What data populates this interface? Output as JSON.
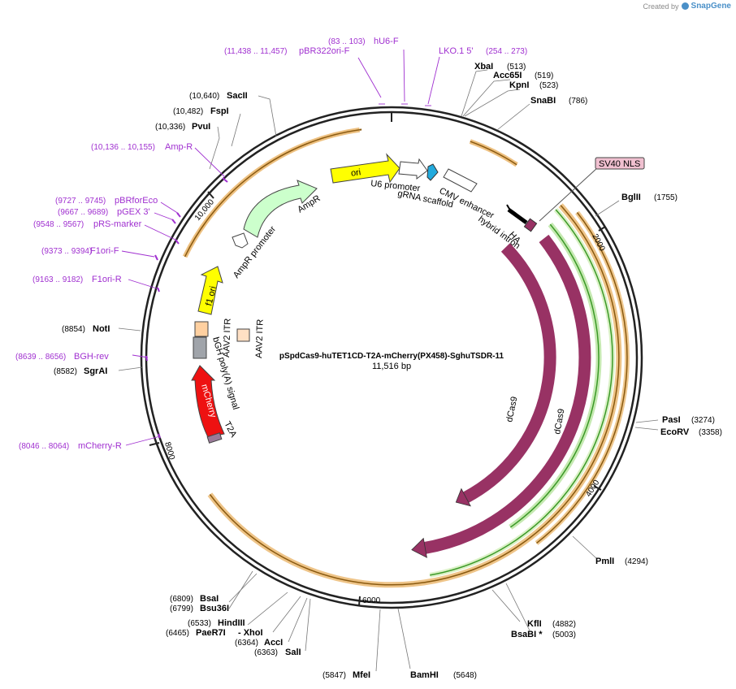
{
  "brand": {
    "prefix": "Created by",
    "name": "SnapGene"
  },
  "plasmid": {
    "name": "pSpdCas9-huTET1CD-T2A-mCherry(PX458)-SghuTSDR-11",
    "size_label": "11,516 bp"
  },
  "ticks": [
    "2000",
    "4000",
    "6000",
    "8000",
    "10,000"
  ],
  "sites": [
    {
      "name": "XbaI",
      "pos": "(513)"
    },
    {
      "name": "Acc65I",
      "pos": "(519)"
    },
    {
      "name": "KpnI",
      "pos": "(523)"
    },
    {
      "name": "SnaBI",
      "pos": "(786)"
    },
    {
      "name": "BglII",
      "pos": "(1755)"
    },
    {
      "name": "PasI",
      "pos": "(3274)"
    },
    {
      "name": "EcoRV",
      "pos": "(3358)"
    },
    {
      "name": "PmlI",
      "pos": "(4294)"
    },
    {
      "name": "KflI",
      "pos": "(4882)"
    },
    {
      "name": "BsaBI *",
      "pos": "(5003)"
    },
    {
      "name": "BamHI",
      "pos": "(5648)"
    },
    {
      "name": "MfeI",
      "pos": "(5847)"
    },
    {
      "name": "SalI",
      "pos": "(6363)"
    },
    {
      "name": "AccI",
      "pos": "(6364)"
    },
    {
      "name": "- XhoI",
      "pos": ""
    },
    {
      "name": "PaeR7I",
      "pos": "(6465)"
    },
    {
      "name": "HindIII",
      "pos": "(6533)"
    },
    {
      "name": "Bsu36I",
      "pos": "(6799)"
    },
    {
      "name": "BsaI",
      "pos": "(6809)"
    },
    {
      "name": "SgrAI",
      "pos": "(8582)"
    },
    {
      "name": "NotI",
      "pos": "(8854)"
    },
    {
      "name": "PvuI",
      "pos": "(10,336)"
    },
    {
      "name": "FspI",
      "pos": "(10,482)"
    },
    {
      "name": "SacII",
      "pos": "(10,640)"
    }
  ],
  "primers": [
    {
      "name": "hU6-F",
      "pos": "(83 .. 103)"
    },
    {
      "name": "LKO.1 5'",
      "pos": "(254 .. 273)"
    },
    {
      "name": "pBR322ori-F",
      "pos": "(11,438 .. 11,457)"
    },
    {
      "name": "Amp-R",
      "pos": "(10,136 .. 10,155)"
    },
    {
      "name": "pBRforEco",
      "pos": "(9727 .. 9745)"
    },
    {
      "name": "pGEX 3'",
      "pos": "(9667 .. 9689)"
    },
    {
      "name": "pRS-marker",
      "pos": "(9548 .. 9567)"
    },
    {
      "name": "F1ori-F",
      "pos": "(9373 .. 9394)"
    },
    {
      "name": "F1ori-R",
      "pos": "(9163 .. 9182)"
    },
    {
      "name": "BGH-rev",
      "pos": "(8639 .. 8656)"
    },
    {
      "name": "mCherry-R",
      "pos": "(8046 .. 8064)"
    }
  ],
  "features": {
    "ori": "ori",
    "u6_promoter": "U6 promoter",
    "grna_scaffold": "gRNA scaffold",
    "cmv_enhancer": "CMV enhancer",
    "hybrid_intron": "hybrid intron",
    "ha": "HA",
    "sv40_nls": "SV40 NLS",
    "dcas9_inner": "dCas9",
    "dcas9_outer": "dCas9",
    "ampr": "AmpR",
    "ampr_promoter": "AmpR promoter",
    "f1_ori": "f1 ori",
    "aav2_itr_left": "AAV2 ITR",
    "aav2_itr_right": "AAV2 ITR",
    "bgh_polya": "bGH poly(A) signal",
    "mcherry": "mCherry",
    "t2a": "T2A"
  },
  "colors": {
    "backbone": "#222222",
    "primer": "#a030d0",
    "cas9": "#983264",
    "orf_band": "#e8b060",
    "green_band": "#3c9a28",
    "ori": "#ffff00",
    "ampr": "#ccffcc",
    "f1_ori": "#ffff00",
    "mcherry": "#ee1111",
    "itr": "#ffd6b0",
    "polya": "#a0a4aa",
    "grna": "#22aadd",
    "sv40": "#f0c0d0"
  }
}
